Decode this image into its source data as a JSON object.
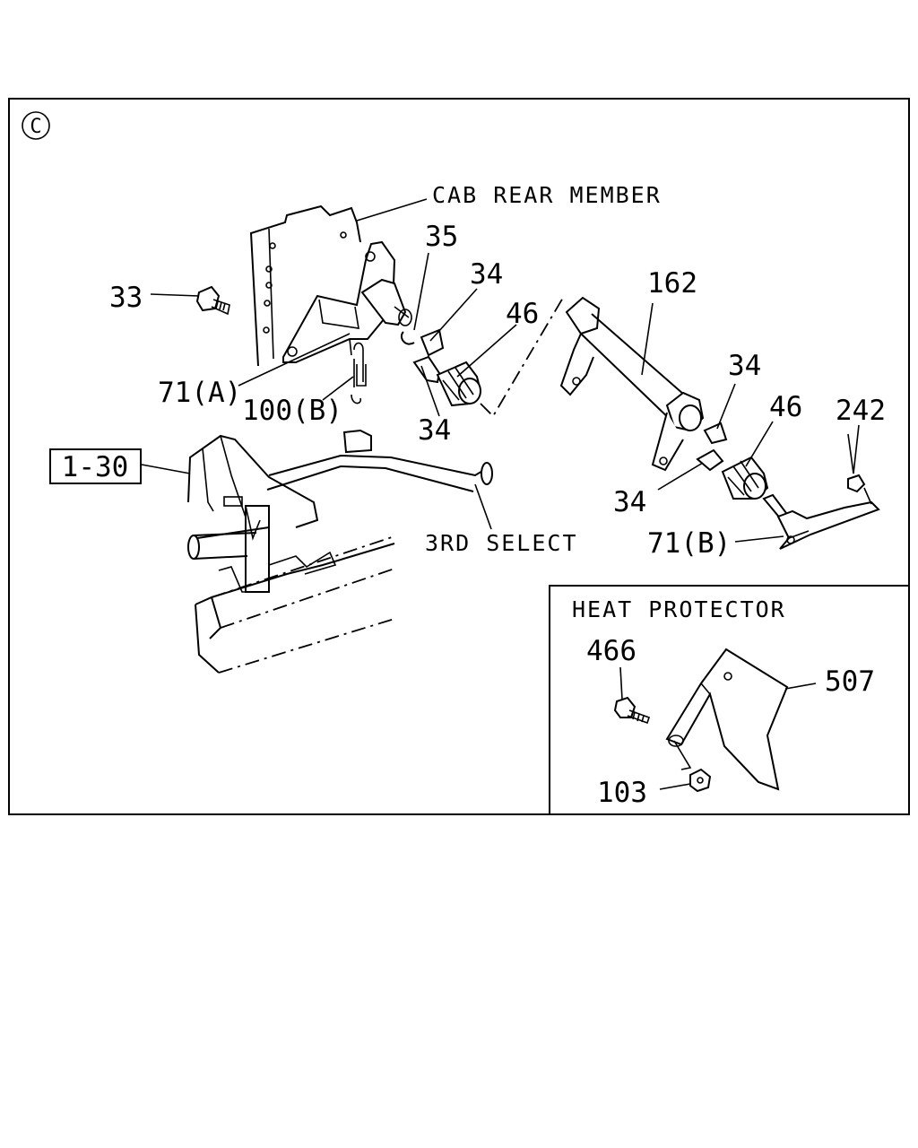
{
  "view_marker": "C",
  "labels": {
    "cab_rear_member": "CAB REAR MEMBER",
    "third_select": "3RD SELECT",
    "heat_protector": "HEAT PROTECTOR",
    "ref_box": "1-30",
    "p33": "33",
    "p35": "35",
    "p34_a": "34",
    "p46_a": "46",
    "p162": "162",
    "p34_b": "34",
    "p46_b": "46",
    "p242": "242",
    "p71a": "71(A)",
    "p100b": "100(B)",
    "p34_c": "34",
    "p34_d": "34",
    "p71b": "71(B)",
    "p466": "466",
    "p507": "507",
    "p103": "103"
  }
}
